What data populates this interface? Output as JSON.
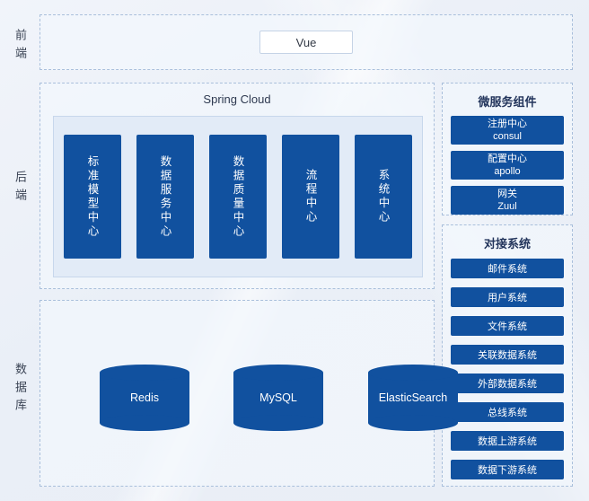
{
  "layers": {
    "frontend_label": "前端",
    "backend_label": "后端",
    "database_label": "数据库"
  },
  "frontend": {
    "vue_label": "Vue"
  },
  "backend": {
    "title": "Spring Cloud",
    "centers": [
      "标准模型中心",
      "数据服务中心",
      "数据质量中心",
      "流程中心",
      "系统中心"
    ]
  },
  "microservices": {
    "title": "微服务组件",
    "items": [
      {
        "line1": "注册中心",
        "line2": "consul"
      },
      {
        "line1": "配置中心",
        "line2": "apollo"
      },
      {
        "line1": "网关",
        "line2": "Zuul"
      }
    ]
  },
  "integration": {
    "title": "对接系统",
    "items": [
      "邮件系统",
      "用户系统",
      "文件系统",
      "关联数据系统",
      "外部数据系统",
      "总线系统",
      "数据上游系统",
      "数据下游系统"
    ]
  },
  "databases": [
    "Redis",
    "MySQL",
    "ElasticSearch"
  ],
  "colors": {
    "node_blue": "#11519f",
    "panel_border": "#a9bfdb"
  }
}
